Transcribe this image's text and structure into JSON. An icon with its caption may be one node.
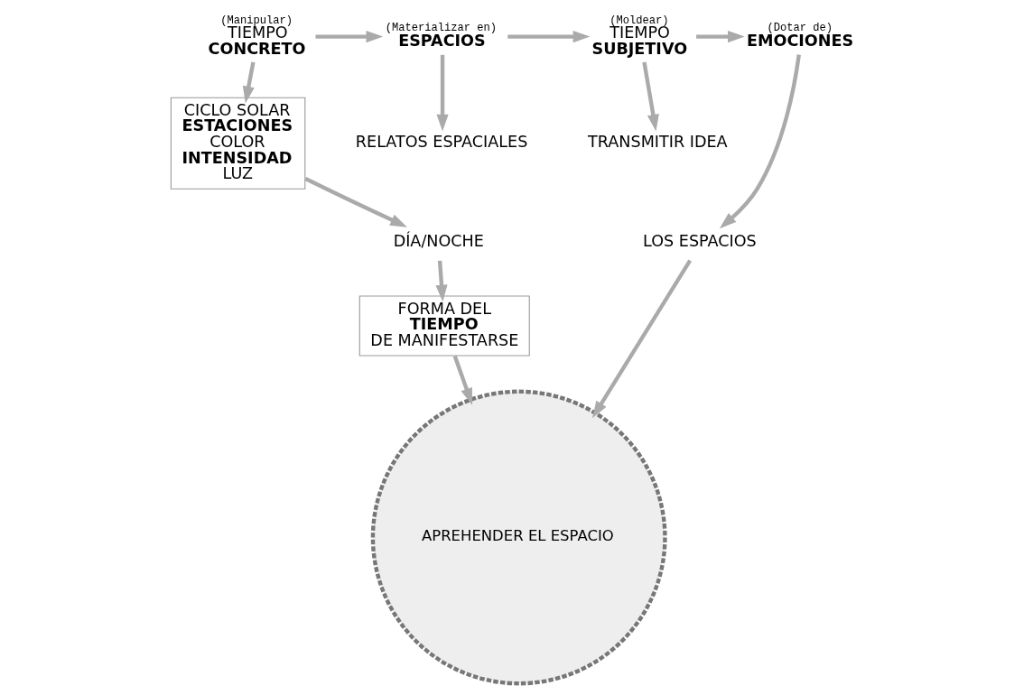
{
  "diagram": {
    "nodes": [
      {
        "text": [
          "(Manipular)",
          "TIEMPO",
          "CONCRETO"
        ]
      },
      {
        "text": [
          "(Materializar en)",
          "ESPACIOS"
        ]
      },
      {
        "text": [
          "(Moldear)",
          "TIEMPO",
          "SUBJETIVO"
        ]
      },
      {
        "text": [
          "(Dotar de)",
          "EMOCIONES"
        ]
      },
      {
        "text": [
          "CICLO SOLAR",
          "ESTACIONES",
          "COLOR",
          "INTENSIDAD",
          "LUZ"
        ]
      },
      {
        "text": [
          "RELATOS ESPACIALES"
        ]
      },
      {
        "text": [
          "TRANSMITIR IDEA"
        ]
      },
      {
        "text": [
          "LOS ESPACIOS"
        ]
      },
      {
        "text": [
          "DÍA/NOCHE"
        ]
      },
      {
        "text": [
          "FORMA DEL",
          "TIEMPO",
          "DE MANIFESTARSE"
        ]
      },
      {
        "text": [
          "APREHENDER EL ESPACIO"
        ]
      }
    ],
    "edges": [
      {
        "from": 0,
        "to": 1,
        "arrow": "to"
      },
      {
        "from": 1,
        "to": 2,
        "arrow": "to"
      },
      {
        "from": 2,
        "to": 3,
        "arrow": "to"
      },
      {
        "from": 0,
        "to": 4,
        "arrow": "to"
      },
      {
        "from": 1,
        "to": 5,
        "arrow": "to"
      },
      {
        "from": 2,
        "to": 6,
        "arrow": "to"
      },
      {
        "from": 3,
        "to": 7,
        "arrow": "to"
      },
      {
        "from": 4,
        "to": 8,
        "arrow": "to"
      },
      {
        "from": 8,
        "to": 9,
        "arrow": "to"
      },
      {
        "from": 9,
        "to": 10,
        "arrow": "to"
      },
      {
        "from": 7,
        "to": 10,
        "arrow": "to"
      }
    ]
  }
}
